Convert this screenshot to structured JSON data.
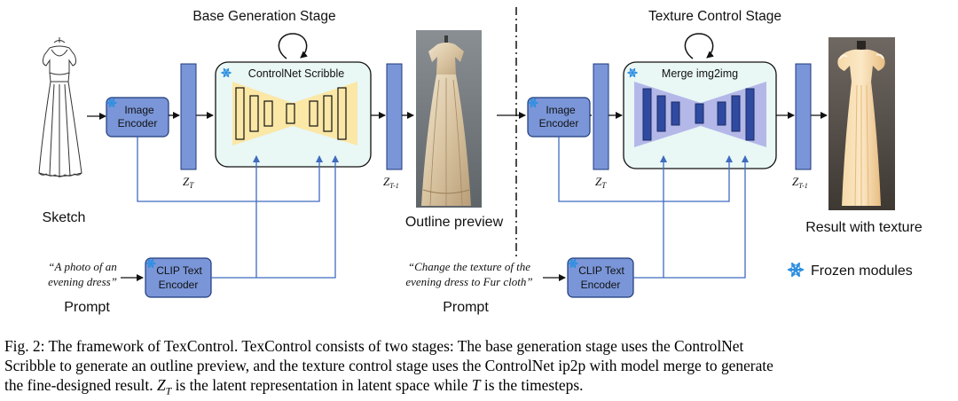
{
  "stage1": {
    "title": "Base Generation Stage",
    "image_encoder": [
      "Image",
      "Encoder"
    ],
    "controlnet_label": "ControlNet Scribble",
    "clip_encoder": [
      "CLIP Text",
      "Encoder"
    ],
    "sketch_label": "Sketch",
    "prompt_text": [
      "“A photo of an",
      "evening dress”"
    ],
    "prompt_label": "Prompt",
    "latent_in": "Z",
    "latent_in_sub": "T",
    "latent_out": "Z",
    "latent_out_sub": "T-1",
    "output_label": "Outline preview"
  },
  "stage2": {
    "title": "Texture Control Stage",
    "image_encoder": [
      "Image",
      "Encoder"
    ],
    "merge_label": "Merge img2img",
    "clip_encoder": [
      "CLIP Text",
      "Encoder"
    ],
    "prompt_text": [
      "“Change the texture of the",
      "evening dress to Fur cloth”"
    ],
    "prompt_label": "Prompt",
    "latent_in": "Z",
    "latent_in_sub": "T",
    "latent_out": "Z",
    "latent_out_sub": "T-1",
    "output_label": "Result with texture"
  },
  "legend": {
    "label": "Frozen modules",
    "icon": "snowflake-icon"
  },
  "caption": {
    "fig_label": "Fig. 2:",
    "line1": "The framework of TexControl. TexControl consists of two stages: The base generation stage uses the ControlNet",
    "line2": "Scribble to generate an outline preview, and the texture control stage uses the ControlNet ip2p with model merge to generate",
    "line3_a": "the fine-designed result.",
    "math_z": "Z",
    "math_z_sub": "T",
    "line3_b": "is the latent representation in latent space while",
    "math_t": "T",
    "line3_c": "is the timesteps."
  },
  "colors": {
    "module_blue": "#7a96d8",
    "module_stroke": "#1f3a7a",
    "unet_panel": "#e9f7f5",
    "scribble_fill": "#fbe7a6",
    "merge_fill": "#b4b8e8",
    "merge_block": "#2f4aa0",
    "arrow": "#3f6bbf",
    "snowflake": "#2f8fe0"
  }
}
